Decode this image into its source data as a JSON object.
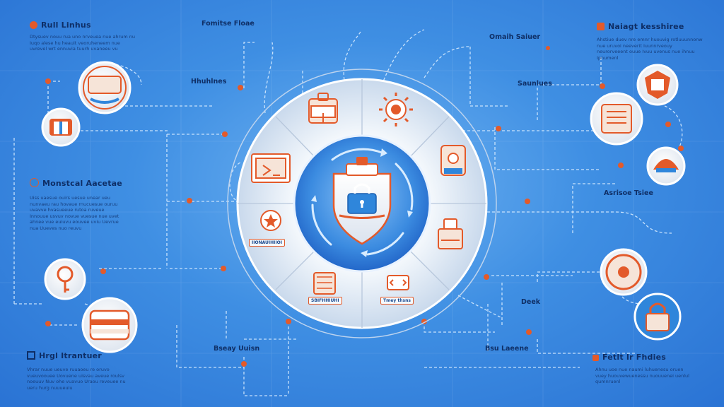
{
  "panels": [
    {
      "id": "tl",
      "title": "Rull Linhus",
      "text": "Dtysuev nouu rua uno nrveuea nue ahrum nu Iuqo alese hu heauit veoruheneem nue uvrevel wrt ennuvia tuurh uvaneeu vu"
    },
    {
      "id": "ml",
      "title": "Monstcal Aacetae",
      "text": "Uiss uaesue ouirs uesue unear ueu nunvaeu rau hovaue rnucuesue ouruu uvavve hvasueeue rutoa ruveue Innouue usvuv novue vuesue nue uvet ahnee vue euiuvu eouvee uviu Uevrue nua Uueves nuo reuvu"
    },
    {
      "id": "bl",
      "title": "Hrgl Itrantuer",
      "text": "Vhrar nuue ueuve ruuaoeu re oruvo vueuvoouee Uovuene uisvau aveue roulsv noeuuv Nuv ohe vuavuo Uraou reveuee nu ueru hurg nuuueuiu"
    },
    {
      "id": "tr",
      "title": "Naiagt kesshiree",
      "text": "Ahstiue duev nre emnr huouvig rotluuunnonw nue uruvoi neeverit Iuunnrveouy neurorveeent ouue Ivuu uvenus nue ihnuu Ipnumenl"
    },
    {
      "id": "br",
      "title": "Fetlt Ir Fhdies",
      "text": "Ahnu uoe nue naumi luhuenesu oruen vuey huouvewuenessu nuouuenei uenlul qumnruenl"
    }
  ],
  "labels": [
    {
      "id": "l-fomitse",
      "text": "Fomitse Floae"
    },
    {
      "id": "l-hhuhines",
      "text": "Hhuhlnes"
    },
    {
      "id": "l-omaih",
      "text": "Omaih Saiuer"
    },
    {
      "id": "l-saunes",
      "text": "Saunlues"
    },
    {
      "id": "l-asrisoe",
      "text": "Asrisoe Tsiee"
    },
    {
      "id": "l-bseay",
      "text": "Bseay Uuisn"
    },
    {
      "id": "l-deek",
      "text": "Deek"
    },
    {
      "id": "l-bsu",
      "text": "Bsu Laeene"
    }
  ],
  "ring_tags": [
    {
      "id": "tag-left",
      "text": "IIONAUIHIIOI"
    },
    {
      "id": "tag-bottom-left",
      "text": "SBIFHHIUHI"
    },
    {
      "id": "tag-bottom-right",
      "text": "Tmey thsns"
    }
  ],
  "colors": {
    "accent": "#e35a2a",
    "line": "#cfe6ff",
    "ring": "#dfe9f5",
    "core": "#3b8be0",
    "text": "#0e2e66"
  },
  "icons": {
    "center": "shield-lock-icon",
    "ring": [
      "briefcase-icon",
      "gear-icon",
      "id-card-icon",
      "terminal-icon",
      "chip-icon",
      "archive-icon",
      "code-icon",
      "rating-icon",
      "monitor-icon"
    ],
    "left": [
      "toolbox-icon",
      "printer-icon",
      "key-icon",
      "server-icon"
    ],
    "right": [
      "badge-icon",
      "document-icon",
      "helmet-icon",
      "compass-icon",
      "padlock-icon"
    ]
  }
}
